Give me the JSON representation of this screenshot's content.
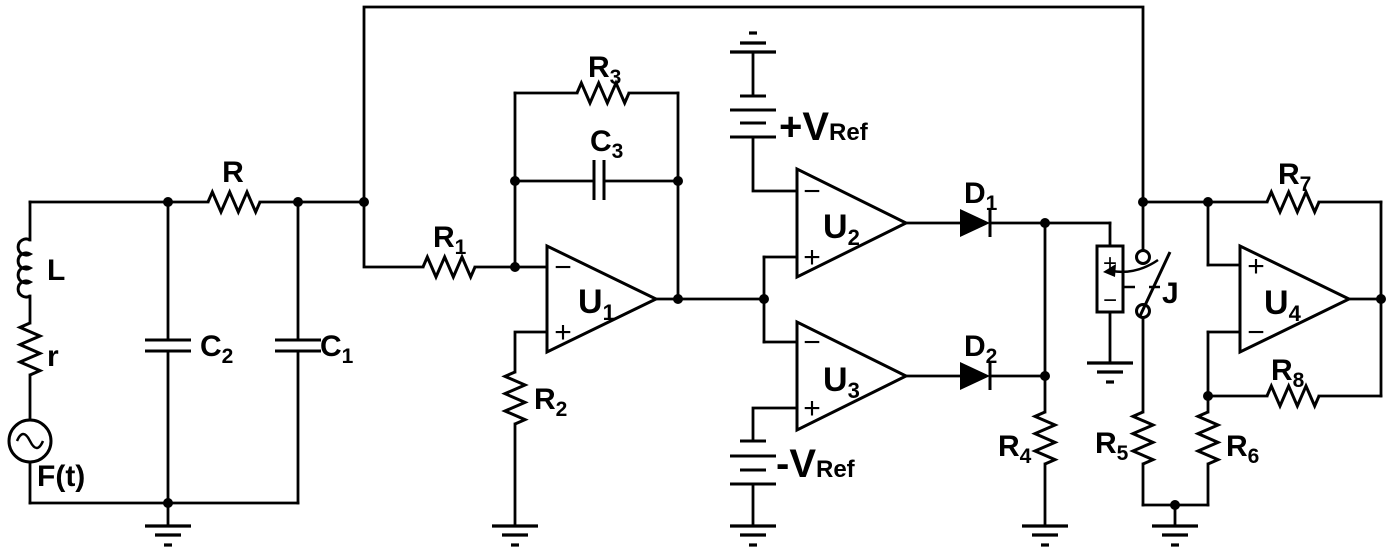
{
  "diagram": {
    "type": "analog-circuit-schematic",
    "colors": {
      "ink": "#000000",
      "paper": "#ffffff"
    }
  },
  "labels": {
    "R": {
      "main": "R"
    },
    "inductor": {
      "main": "L"
    },
    "coil_resistance": {
      "main": "r"
    },
    "source": {
      "main": "F(t)"
    },
    "C1": {
      "main": "C",
      "sub": "1"
    },
    "C2": {
      "main": "C",
      "sub": "2"
    },
    "C3": {
      "main": "C",
      "sub": "3"
    },
    "R1": {
      "main": "R",
      "sub": "1"
    },
    "R2": {
      "main": "R",
      "sub": "2"
    },
    "R3": {
      "main": "R",
      "sub": "3"
    },
    "R4": {
      "main": "R",
      "sub": "4"
    },
    "R5": {
      "main": "R",
      "sub": "5"
    },
    "R6": {
      "main": "R",
      "sub": "6"
    },
    "R7": {
      "main": "R",
      "sub": "7"
    },
    "R8": {
      "main": "R",
      "sub": "8"
    },
    "U1": {
      "main": "U",
      "sub": "1"
    },
    "U2": {
      "main": "U",
      "sub": "2"
    },
    "U3": {
      "main": "U",
      "sub": "3"
    },
    "U4": {
      "main": "U",
      "sub": "4"
    },
    "D1": {
      "main": "D",
      "sub": "1"
    },
    "D2": {
      "main": "D",
      "sub": "2"
    },
    "vref_pos": {
      "main": "+V",
      "sub": "Ref"
    },
    "vref_neg": {
      "main": "-V",
      "sub": "Ref"
    },
    "relay": {
      "main": "J"
    },
    "plus": "+",
    "minus": "−"
  }
}
